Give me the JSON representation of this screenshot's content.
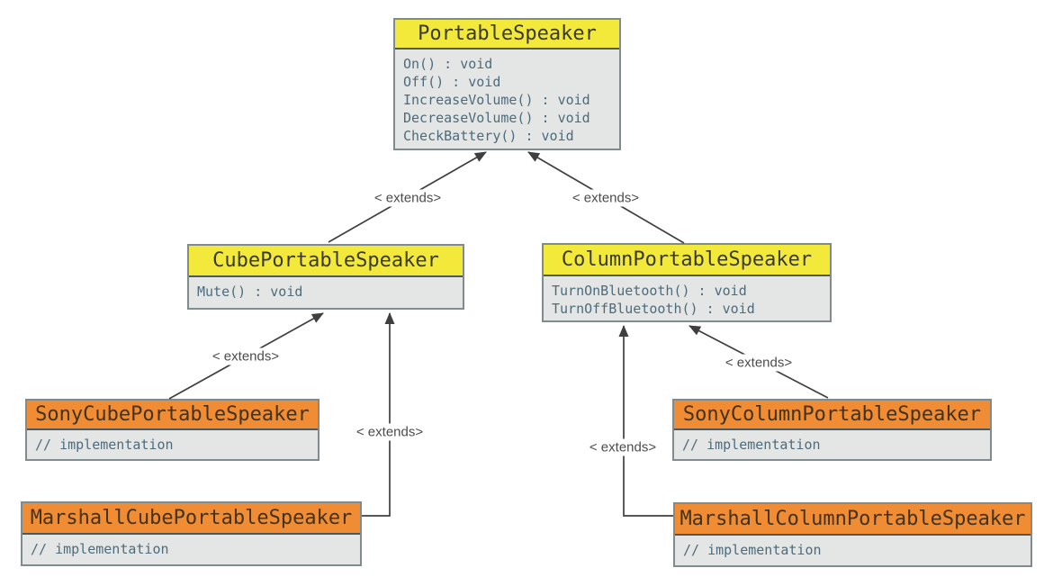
{
  "colors": {
    "abstract_header": "#f2e93a",
    "concrete_header": "#f08c33",
    "body_bg": "#e4e6e5",
    "border": "#7f8b8d",
    "divider": "#4d585a",
    "abstract_title_text": "#3a3a30",
    "concrete_title_text": "#42321e",
    "member_text": "#4d6b7b",
    "label_text": "#4b4b4b",
    "arrow": "#3f3f3f"
  },
  "classes": [
    {
      "id": "portable-speaker",
      "name": "PortableSpeaker",
      "kind": "base",
      "members": [
        "On() : void",
        "Off() : void",
        "IncreaseVolume() : void",
        "DecreaseVolume() : void",
        "CheckBattery() : void"
      ]
    },
    {
      "id": "cube-portable-speaker",
      "name": "CubePortableSpeaker",
      "kind": "base",
      "members": [
        "Mute() : void"
      ]
    },
    {
      "id": "column-portable-speaker",
      "name": "ColumnPortableSpeaker",
      "kind": "base",
      "members": [
        "TurnOnBluetooth() : void",
        "TurnOffBluetooth() : void"
      ]
    },
    {
      "id": "sony-cube-portable-speaker",
      "name": "SonyCubePortableSpeaker",
      "kind": "implementation",
      "members": [
        "// implementation"
      ]
    },
    {
      "id": "marshall-cube-portable-speaker",
      "name": "MarshallCubePortableSpeaker",
      "kind": "implementation",
      "members": [
        "// implementation"
      ]
    },
    {
      "id": "sony-column-portable-speaker",
      "name": "SonyColumnPortableSpeaker",
      "kind": "implementation",
      "members": [
        "// implementation"
      ]
    },
    {
      "id": "marshall-column-portable-speaker",
      "name": "MarshallColumnPortableSpeaker",
      "kind": "implementation",
      "members": [
        "// implementation"
      ]
    }
  ],
  "edges": [
    {
      "from": "CubePortableSpeaker",
      "to": "PortableSpeaker",
      "label": "< extends>"
    },
    {
      "from": "ColumnPortableSpeaker",
      "to": "PortableSpeaker",
      "label": "< extends>"
    },
    {
      "from": "SonyCubePortableSpeaker",
      "to": "CubePortableSpeaker",
      "label": "< extends>"
    },
    {
      "from": "MarshallCubePortableSpeaker",
      "to": "CubePortableSpeaker",
      "label": "< extends>"
    },
    {
      "from": "SonyColumnPortableSpeaker",
      "to": "ColumnPortableSpeaker",
      "label": "< extends>"
    },
    {
      "from": "MarshallColumnPortableSpeaker",
      "to": "ColumnPortableSpeaker",
      "label": "< extends>"
    }
  ]
}
